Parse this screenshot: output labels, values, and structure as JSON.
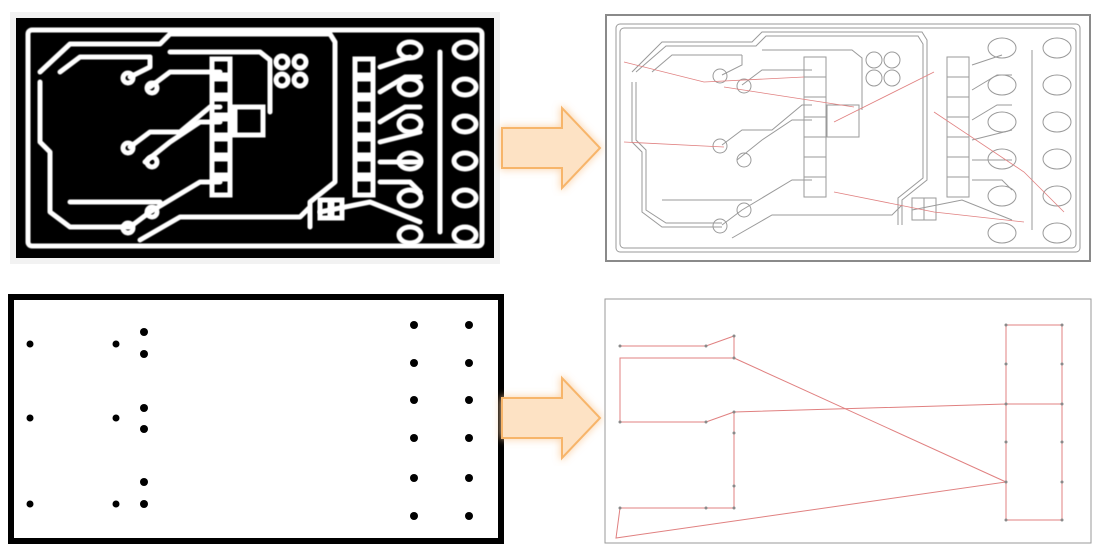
{
  "colors": {
    "board_fill": "#000000",
    "trace_stroke": "#ffffff",
    "toolpath_line": "#9a9a9a",
    "toolpath_border": "#8a8a8a",
    "route_line": "#e08080",
    "point_color": "#8a8a8a",
    "arrow_fill": "#fde2c4",
    "arrow_glow": "#f7b56b",
    "drill_hole": "#000000"
  },
  "panels": [
    {
      "id": "traces-bitmap",
      "description_name": "pcb-traces-bitmap"
    },
    {
      "id": "traces-toolpath",
      "description_name": "pcb-traces-toolpath"
    },
    {
      "id": "drill-bitmap",
      "description_name": "drill-holes-bitmap"
    },
    {
      "id": "drill-toolpath",
      "description_name": "drill-route-toolpath"
    }
  ],
  "icons": {
    "top_arrow": "right-arrow-icon",
    "bottom_arrow": "right-arrow-icon"
  }
}
